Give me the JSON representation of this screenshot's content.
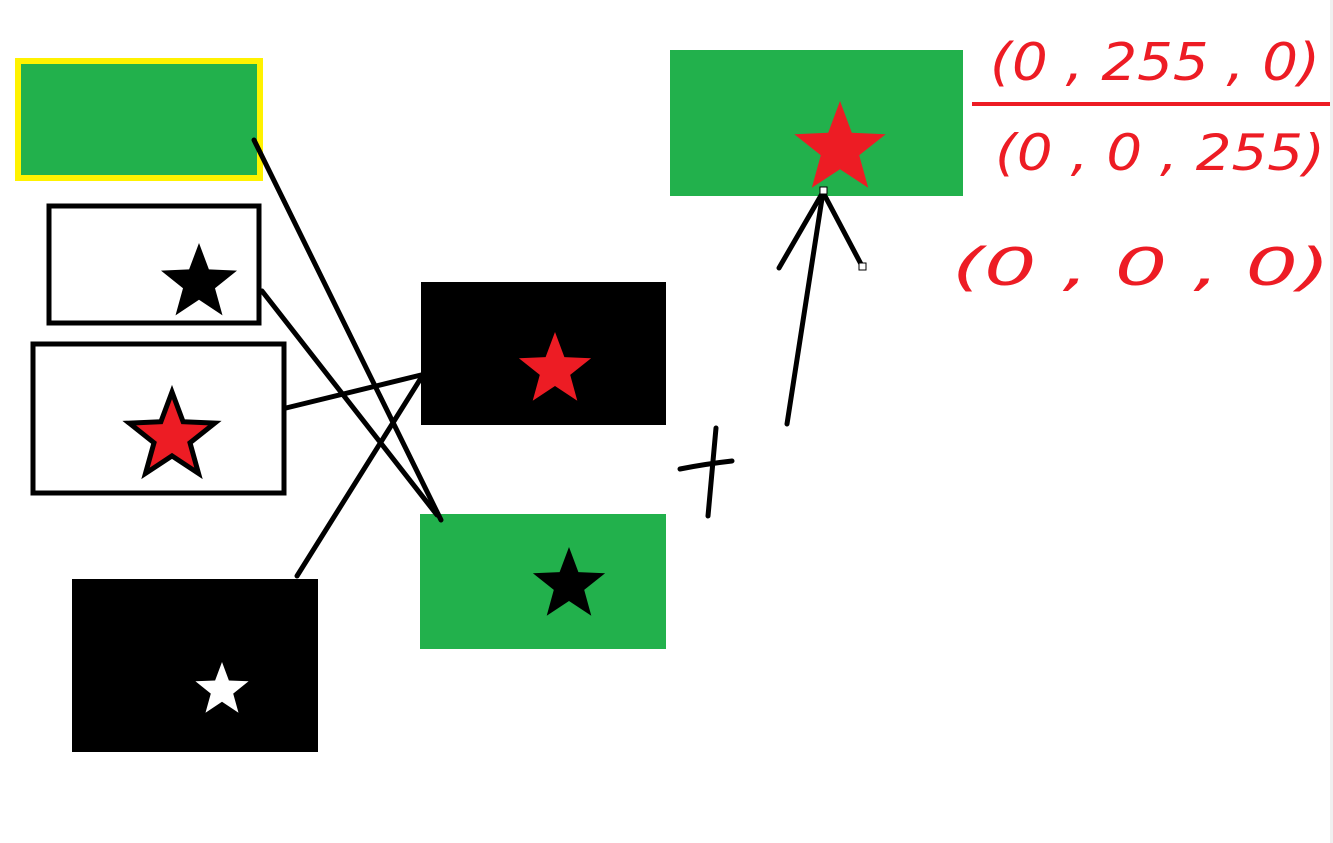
{
  "colors": {
    "green": "#22b14c",
    "black": "#000000",
    "red": "#ed1c24",
    "yellow": "#fff200",
    "white": "#ffffff"
  },
  "panels": [
    {
      "name": "green-selected-swatch",
      "fill": "green",
      "border": "yellow",
      "star": null
    },
    {
      "name": "white-black-star-swatch",
      "fill": "white",
      "border": "black",
      "star": "black"
    },
    {
      "name": "white-red-star-swatch",
      "fill": "white",
      "border": "black",
      "star": "red"
    },
    {
      "name": "black-white-star-swatch",
      "fill": "black",
      "border": null,
      "star": "white"
    },
    {
      "name": "black-red-star-combo",
      "fill": "black",
      "border": null,
      "star": "red"
    },
    {
      "name": "green-black-star-combo",
      "fill": "green",
      "border": null,
      "star": "black"
    },
    {
      "name": "green-red-star-result",
      "fill": "green",
      "border": null,
      "star": "red"
    }
  ],
  "operator": {
    "symbol": "+"
  },
  "annotations": {
    "line1": "(0 , 255 , 0)",
    "line2": "(0 , 0 , 255)",
    "line3": "(0 , 0 , 0)"
  }
}
